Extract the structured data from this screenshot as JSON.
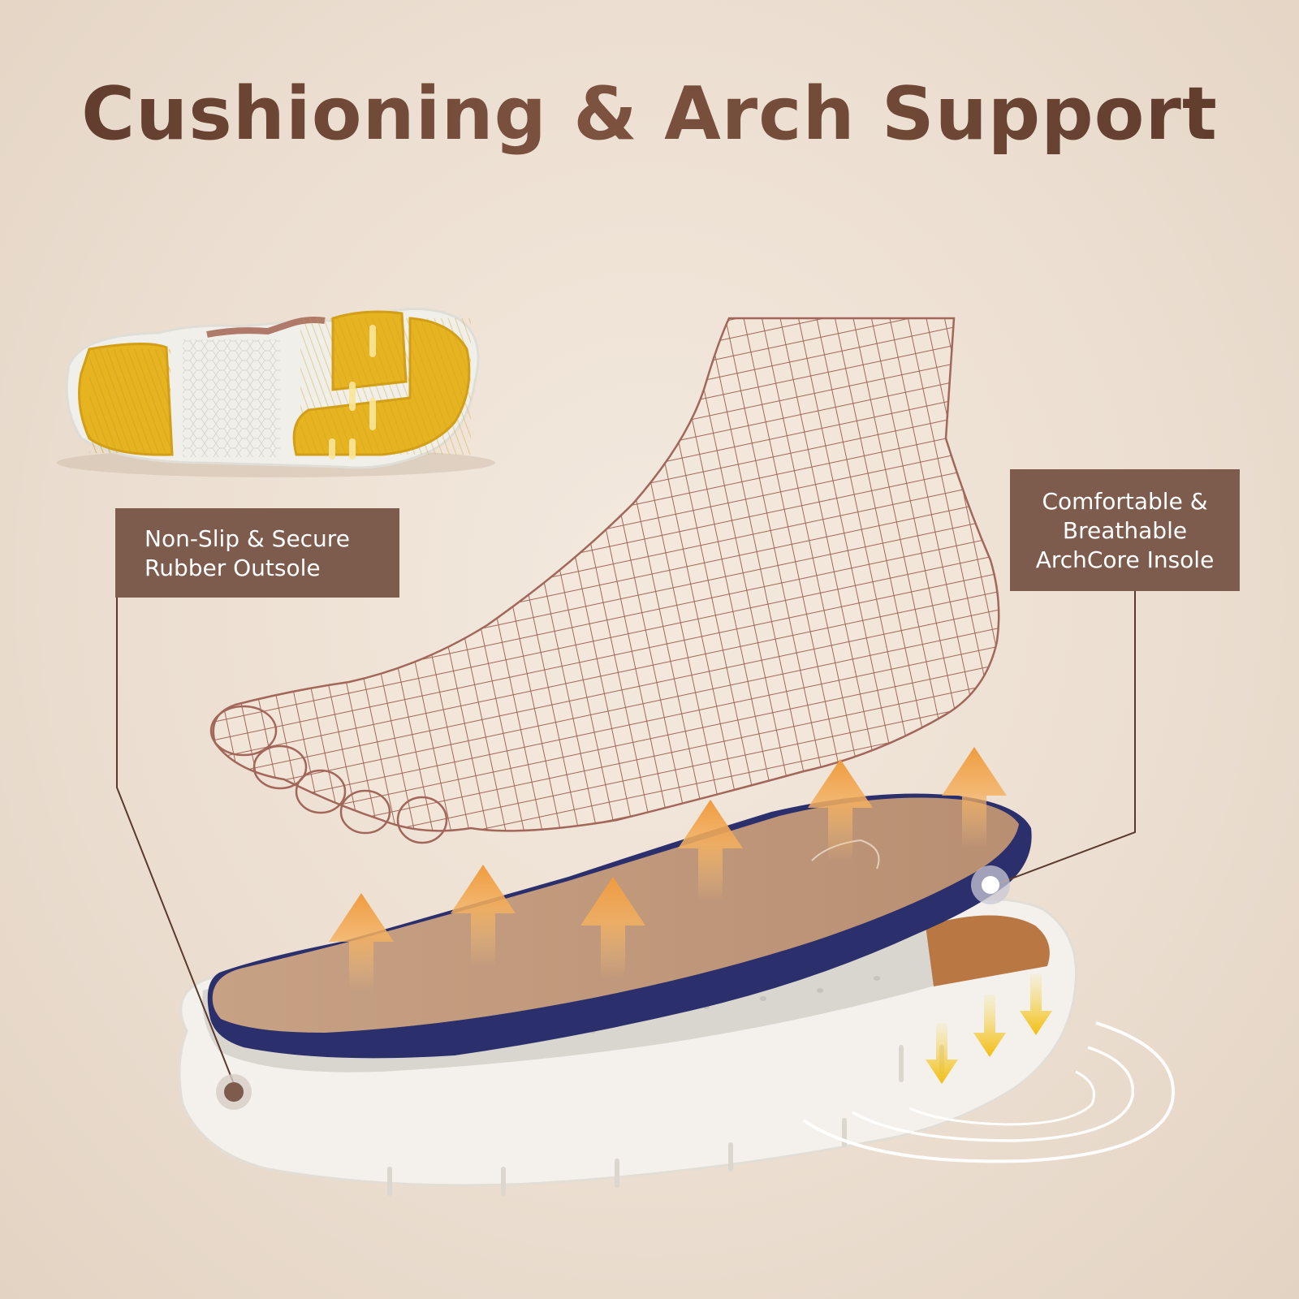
{
  "title": "Cushioning & Arch Support",
  "callouts": {
    "outsole": {
      "line1": "Non-Slip & Secure",
      "line2": "Rubber Outsole"
    },
    "insole": {
      "line1": "Comfortable &",
      "line2": "Breathable",
      "line3": "ArchCore Insole"
    }
  },
  "colors": {
    "title": "#6a4332",
    "label_bg": "#7d5b4d",
    "wire": "#a2675a",
    "insole_top": "#c9a58c",
    "insole_edge": "#2b2f6b",
    "midsole": "#f4f1ec",
    "tread": "#e6b321",
    "arrow_up": "#f0a24a",
    "arrow_down": "#f2c21a"
  },
  "icons": [
    "arrow-up-icon",
    "arrow-down-icon",
    "ripple-icon",
    "callout-dot-icon"
  ]
}
